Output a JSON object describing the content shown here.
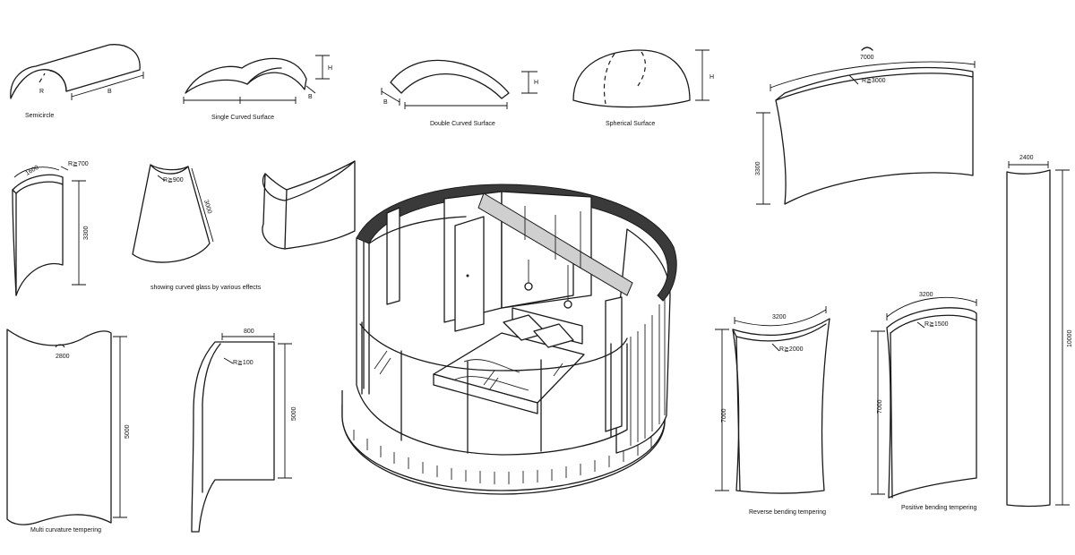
{
  "shapes": {
    "semicircle": {
      "caption": "Semicircle",
      "r": "R",
      "b": "B"
    },
    "single_curved": {
      "caption": "Single Curved Surface",
      "h": "H",
      "b": "B"
    },
    "double_curved": {
      "caption": "Double Curved Surface",
      "h": "H",
      "b": "B"
    },
    "spherical": {
      "caption": "Spherical Surface",
      "h": "H"
    },
    "wide_panel": {
      "arc": "7000",
      "radius": "R≧3000",
      "height": "3300"
    },
    "arc_panel": {
      "arc": "1600",
      "radius": "R≧700",
      "height": "3300"
    },
    "cone": {
      "radius": "R≧900",
      "height": "3000"
    },
    "effects_caption": "showing curved glass by various effects",
    "multi": {
      "caption": "Multi curvature tempering",
      "width": "2800",
      "height": "5000"
    },
    "bend": {
      "width": "800",
      "radius": "R≧100",
      "height": "5000"
    },
    "reverse": {
      "caption": "Reverse bending tempering",
      "arc": "3200",
      "radius": "R≧2000",
      "height": "7000"
    },
    "positive": {
      "caption": "Positive bending tempering",
      "arc": "3200",
      "radius": "R≧1500",
      "height": "7000"
    },
    "tall": {
      "width": "2400",
      "height": "10000"
    }
  }
}
